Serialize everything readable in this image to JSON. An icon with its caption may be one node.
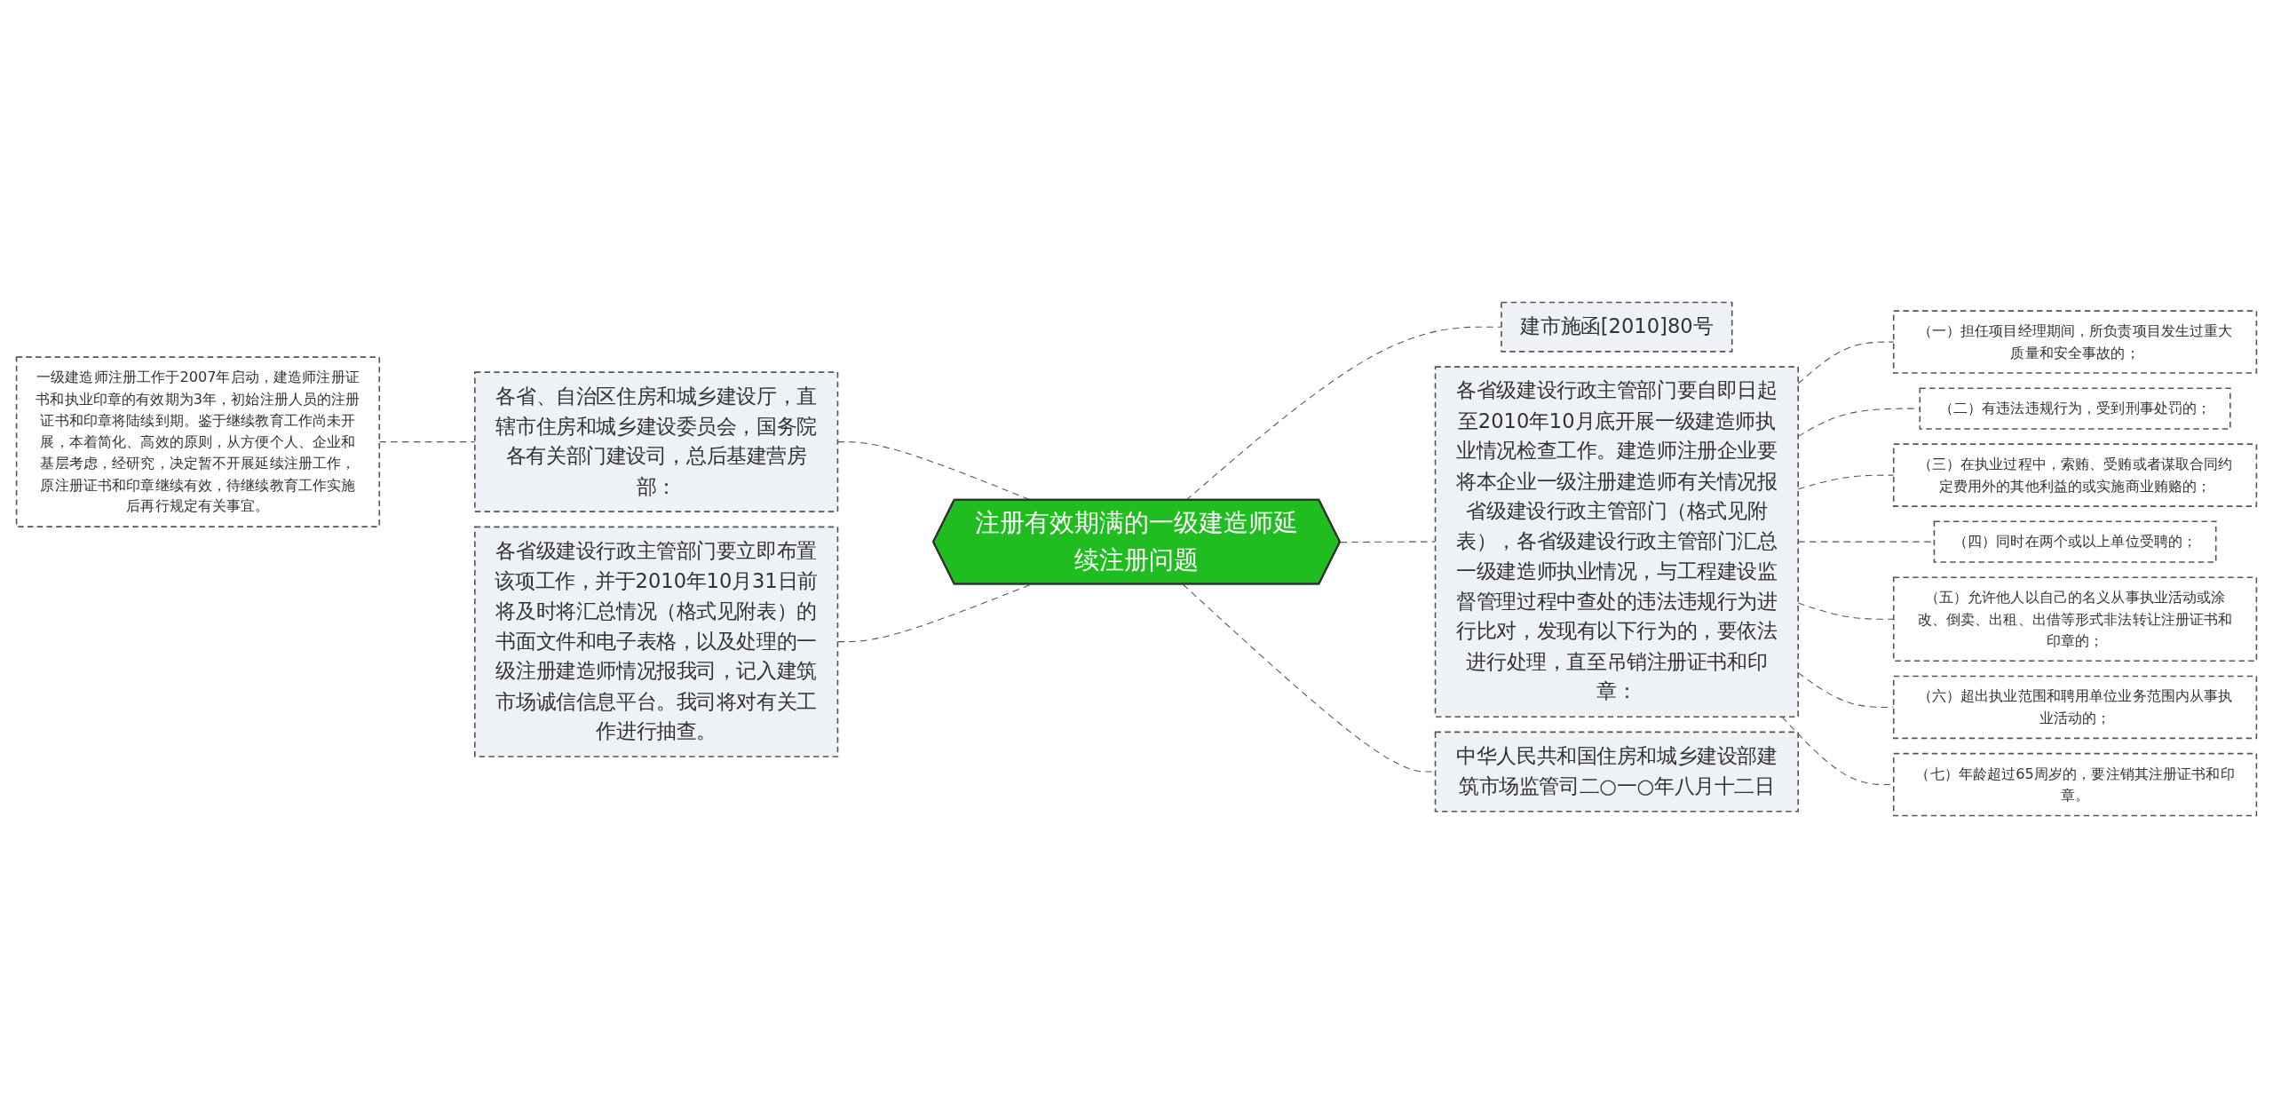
{
  "diagram": {
    "nodes": [
      {
        "text": [
          "注册有效期满的一级建造师延续注册问题"
        ]
      },
      {
        "text": [
          "各省、自治区住房和城乡建设厅，直辖市住房和城乡建设委员会，国务院各有关部门建设司，总后基建营房部："
        ]
      },
      {
        "text": [
          "一级建造师注册工作于2007年启动，建造师注册证书和执业印章的有效期为3年，初始注册人员的注册证书和印章将陆续到期。鉴于继续教育工作尚未开展，本着简化、高效的原则，从方便个人、企业和基层考虑，经研究，决定暂不开展延续注册工作，原注册证书和印章继续有效，待继续教育工作实施后再行规定有关事宜。"
        ]
      },
      {
        "text": [
          "各省级建设行政主管部门要立即布置该项工作，并于2010年10月31日前将及时将汇总情况（格式见附表）的书面文件和电子表格，以及处理的一级注册建造师情况报我司，记入建筑市场诚信信息平台。我司将对有关工作进行抽查。"
        ]
      },
      {
        "text": [
          "建市施函[2010]80号"
        ]
      },
      {
        "text": [
          "各省级建设行政主管部门要自即日起至2010年10月底开展一级建造师执业情况检查工作。建造师注册企业要将本企业一级注册建造师有关情况报省级建设行政主管部门（格式见附表），各省级建设行政主管部门汇总一级建造师执业情况，与工程建设监督管理过程中查处的违法违规行为进行比对，发现有以下行为的，要依法进行处理，直至吊销注册证书和印章："
        ]
      },
      {
        "text": [
          "（一）担任项目经理期间，所负责项目发生过重大质量和安全事故的；"
        ]
      },
      {
        "text": [
          "（二）有违法违规行为，受到刑事处罚的；"
        ]
      },
      {
        "text": [
          "（三）在执业过程中，索贿、受贿或者谋取合同约定费用外的其他利益的或实施商业贿赂的；"
        ]
      },
      {
        "text": [
          "（四）同时在两个或以上单位受聘的；"
        ]
      },
      {
        "text": [
          "（五）允许他人以自己的名义从事执业活动或涂改、倒卖、出租、出借等形式非法转让注册证书和印章的；"
        ]
      },
      {
        "text": [
          "（六）超出执业范围和聘用单位业务范围内从事执业活动的；"
        ]
      },
      {
        "text": [
          "（七）年龄超过65周岁的，要注销其注册证书和印章。"
        ]
      },
      {
        "text": [
          "中华人民共和国住房和城乡建设部建筑市场监管司二○一○年八月十二日"
        ]
      }
    ],
    "edges": [
      {
        "from": 2,
        "to": 1,
        "arrow": "none",
        "style": "dashed"
      },
      {
        "from": 1,
        "to": 0,
        "arrow": "none",
        "style": "dashed"
      },
      {
        "from": 3,
        "to": 0,
        "arrow": "none",
        "style": "dashed"
      },
      {
        "from": 0,
        "to": 4,
        "arrow": "none",
        "style": "dashed"
      },
      {
        "from": 0,
        "to": 5,
        "arrow": "none",
        "style": "dashed"
      },
      {
        "from": 5,
        "to": 6,
        "arrow": "none",
        "style": "dashed"
      },
      {
        "from": 5,
        "to": 7,
        "arrow": "none",
        "style": "dashed"
      },
      {
        "from": 5,
        "to": 8,
        "arrow": "none",
        "style": "dashed"
      },
      {
        "from": 5,
        "to": 9,
        "arrow": "none",
        "style": "dashed"
      },
      {
        "from": 5,
        "to": 10,
        "arrow": "none",
        "style": "dashed"
      },
      {
        "from": 5,
        "to": 11,
        "arrow": "none",
        "style": "dashed"
      },
      {
        "from": 5,
        "to": 12,
        "arrow": "none",
        "style": "dashed"
      },
      {
        "from": 0,
        "to": 13,
        "arrow": "none",
        "style": "dashed"
      }
    ]
  }
}
